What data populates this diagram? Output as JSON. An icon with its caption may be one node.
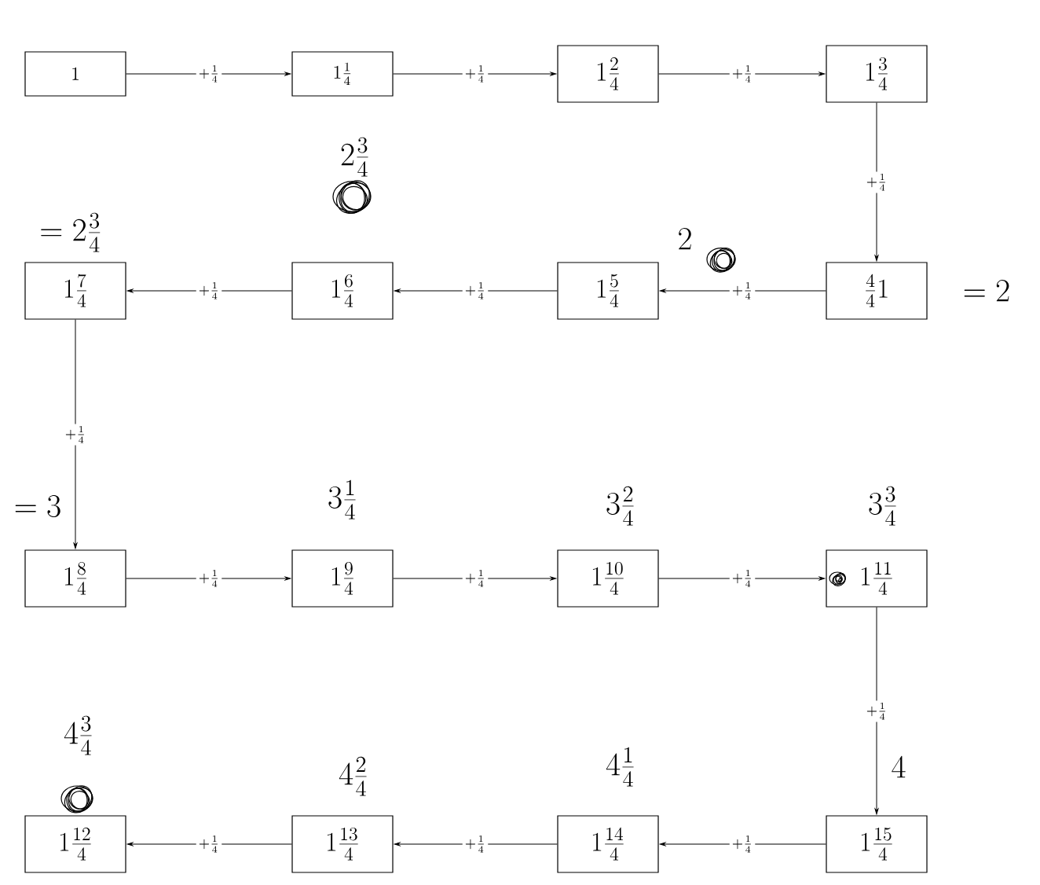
{
  "diagram": {
    "nodes": [
      {
        "text": [
          "1"
        ]
      },
      {
        "text": [
          "1\\frac{1}{4}"
        ],
        "beside": [
          "2\\frac{3}{4}"
        ]
      },
      {
        "text": [
          "1\\frac{2}{4}"
        ]
      },
      {
        "text": [
          "1\\frac{3}{4}"
        ]
      },
      {
        "text": [
          "1\\frac{7}{4}"
        ],
        "beside": [
          "=2\\frac{3}{4}"
        ]
      },
      {
        "text": [
          "1\\frac{6}{4}"
        ]
      },
      {
        "text": [
          "1\\frac{5}{4}"
        ],
        "beside": [
          "2"
        ]
      },
      {
        "text": [
          "\\frac{4}{4}1"
        ],
        "beside": [
          "=2"
        ]
      },
      {
        "text": [
          "1\\frac{8}{4}"
        ],
        "beside": [
          "=3"
        ]
      },
      {
        "text": [
          "1\\frac{9}{4}"
        ],
        "beside": [
          "3\\frac{1}{4}"
        ]
      },
      {
        "text": [
          "1\\frac{10}{4}"
        ],
        "beside": [
          "3\\frac{2}{4}"
        ]
      },
      {
        "text": [
          "1\\frac{11}{4}"
        ],
        "beside": [
          "3\\frac{3}{4}"
        ]
      },
      {
        "text": [
          "1\\frac{12}{4}"
        ],
        "beside": [
          "4\\frac{3}{4}"
        ]
      },
      {
        "text": [
          "1\\frac{13}{4}"
        ],
        "beside": [
          "4\\frac{2}{4}"
        ]
      },
      {
        "text": [
          "1\\frac{14}{4}"
        ],
        "beside": [
          "4\\frac{1}{4}"
        ]
      },
      {
        "text": [
          "1\\frac{15}{4}"
        ],
        "beside": [
          "4"
        ]
      }
    ],
    "edges": [
      {
        "from": 0,
        "to": 1,
        "arrow": "to",
        "label": "+\\frac{1}{4}"
      },
      {
        "from": 1,
        "to": 2,
        "arrow": "to",
        "label": "+\\frac{1}{4}"
      },
      {
        "from": 2,
        "to": 3,
        "arrow": "to",
        "label": "+\\frac{1}{4}"
      },
      {
        "from": 3,
        "to": 7,
        "arrow": "to",
        "label": "+\\frac{1}{4}"
      },
      {
        "from": 7,
        "to": 6,
        "arrow": "to",
        "label": "+\\frac{1}{4}"
      },
      {
        "from": 6,
        "to": 5,
        "arrow": "to",
        "label": "+\\frac{1}{4}"
      },
      {
        "from": 5,
        "to": 4,
        "arrow": "to",
        "label": "+\\frac{1}{4}"
      },
      {
        "from": 4,
        "to": 8,
        "arrow": "to",
        "label": "+\\frac{1}{4}"
      },
      {
        "from": 8,
        "to": 9,
        "arrow": "to",
        "label": "+\\frac{1}{4}"
      },
      {
        "from": 9,
        "to": 10,
        "arrow": "to",
        "label": "+\\frac{1}{4}"
      },
      {
        "from": 10,
        "to": 11,
        "arrow": "to",
        "label": "+\\frac{1}{4}"
      },
      {
        "from": 11,
        "to": 15,
        "arrow": "to",
        "label": "+\\frac{1}{4}"
      },
      {
        "from": 15,
        "to": 14,
        "arrow": "to",
        "label": "+\\frac{1}{4}"
      },
      {
        "from": 14,
        "to": 13,
        "arrow": "to",
        "label": "+\\frac{1}{4}"
      },
      {
        "from": 13,
        "to": 12,
        "arrow": "to",
        "label": "+\\frac{1}{4}"
      }
    ]
  }
}
